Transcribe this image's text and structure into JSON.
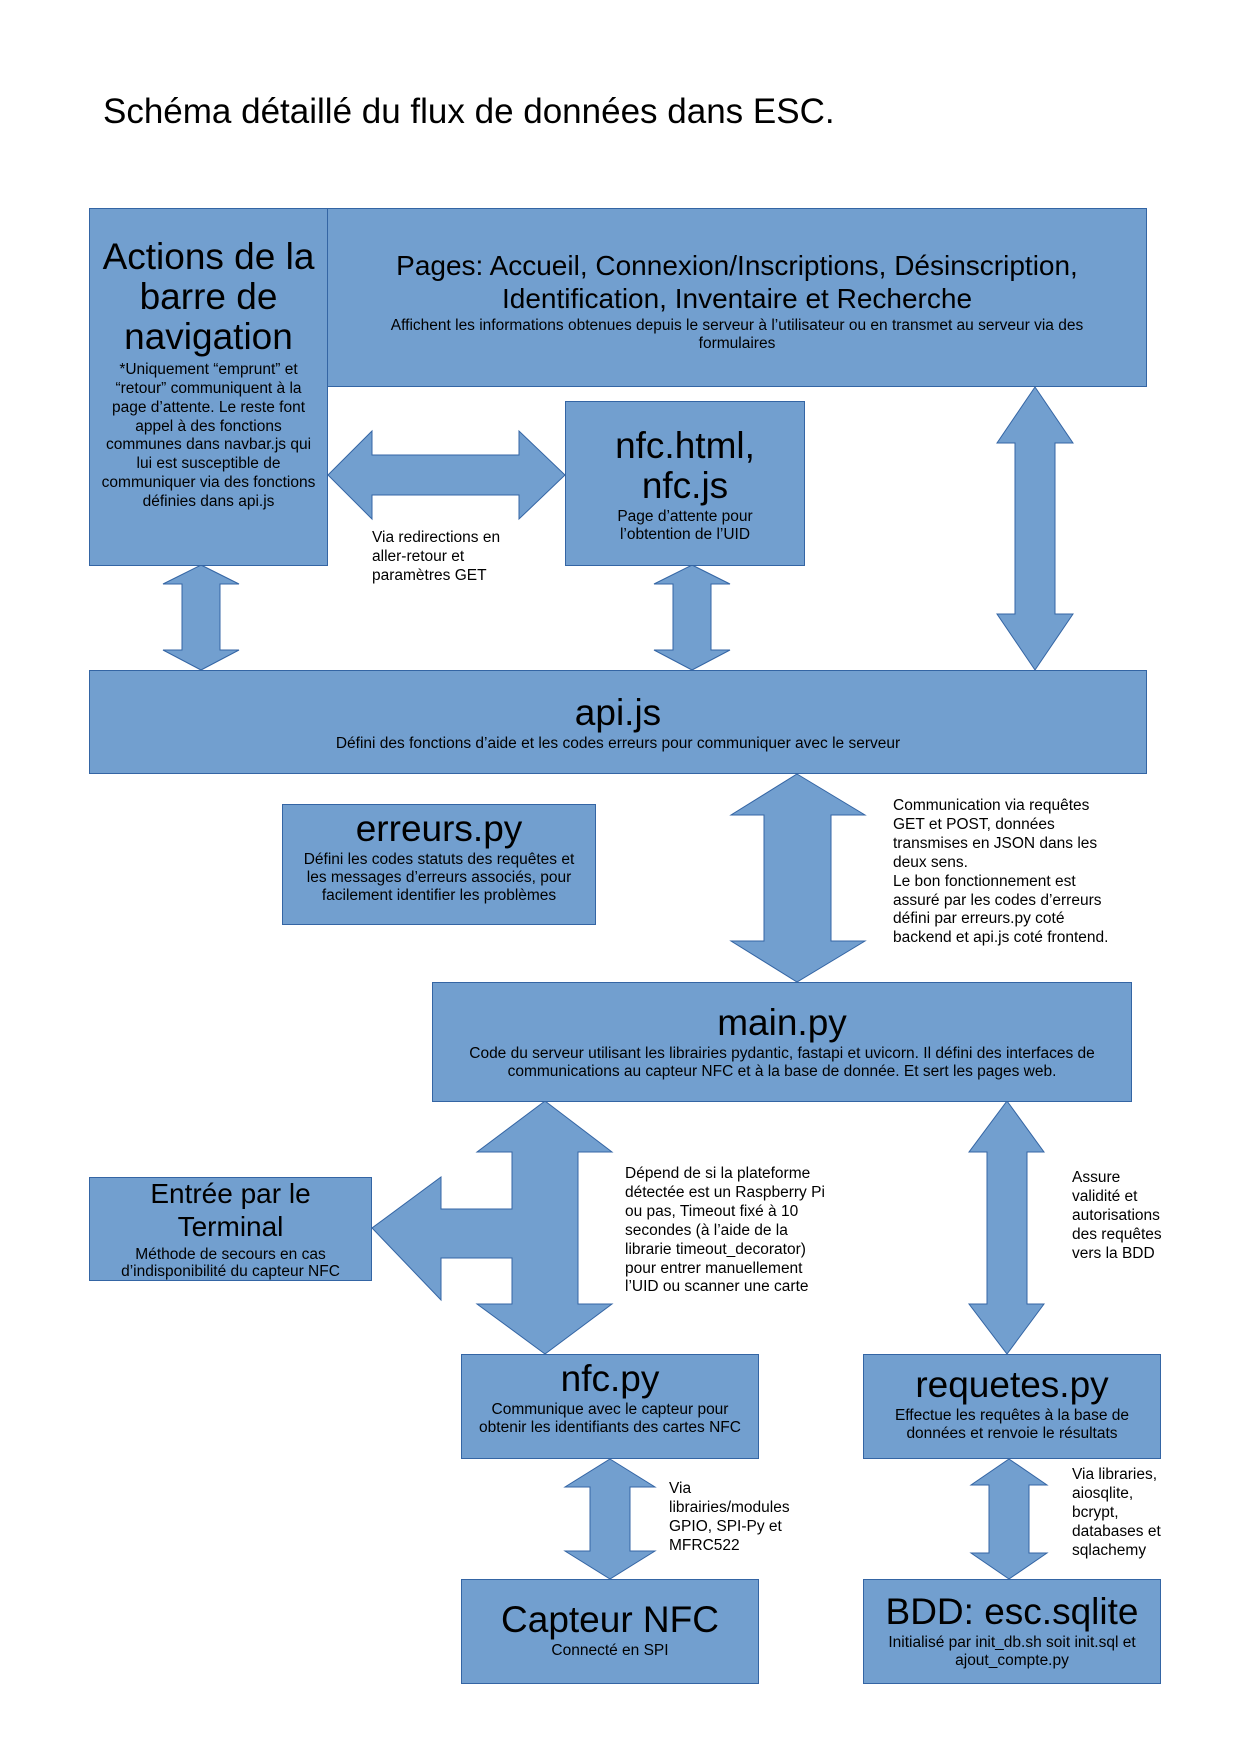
{
  "title": "Schéma détaillé du flux de données dans ESC.",
  "colors": {
    "box_fill": "#729fcf",
    "box_border": "#3465a4"
  },
  "boxes": {
    "navbar": {
      "title": "Actions de la barre de navigation",
      "desc": "*Uniquement “emprunt” et “retour” communiquent à la page d’attente. Le reste font appel à des fonctions communes dans navbar.js qui lui est susceptible de communiquer via des fonctions définies dans api.js"
    },
    "pages": {
      "title": "Pages: Accueil, Connexion/Inscriptions, Désinscription, Identification, Inventaire et Recherche",
      "desc": "Affichent les informations obtenues depuis le serveur à l’utilisateur ou en transmet au serveur via des formulaires"
    },
    "nfc_html": {
      "title": "nfc.html, nfc.js",
      "desc": "Page d’attente pour l’obtention de l’UID"
    },
    "api_js": {
      "title": "api.js",
      "desc": "Défini des fonctions d’aide et les codes erreurs pour communiquer avec le serveur"
    },
    "erreurs": {
      "title": "erreurs.py",
      "desc": "Défini les codes statuts des requêtes et les messages d’erreurs associés, pour facilement identifier les problèmes"
    },
    "main": {
      "title": "main.py",
      "desc": "Code du serveur utilisant les librairies pydantic, fastapi et uvicorn. Il défini des interfaces de communications au capteur NFC et à la base de donnée. Et sert les pages web."
    },
    "terminal": {
      "title": "Entrée par le Terminal",
      "desc": "Méthode de secours en cas d’indisponibilité du capteur NFC"
    },
    "nfc_py": {
      "title": "nfc.py",
      "desc": "Communique avec le capteur pour obtenir les identifiants des cartes NFC"
    },
    "requetes": {
      "title": "requetes.py",
      "desc": "Effectue les requêtes à la base de données et renvoie le résultats"
    },
    "capteur": {
      "title": "Capteur NFC",
      "desc": "Connecté en SPI"
    },
    "bdd": {
      "title": "BDD: esc.sqlite",
      "desc": "Initialisé par init_db.sh soit init.sql et ajout_compte.py"
    }
  },
  "notes": {
    "redirect": [
      "Via redirections en",
      "aller-retour et",
      "paramètres GET"
    ],
    "communication": [
      "Communication via requêtes",
      "GET et POST, données",
      "transmises en JSON dans les",
      "deux sens.",
      "Le bon fonctionnement est",
      "assuré par les codes d’erreurs",
      "défini par erreurs.py coté",
      "backend et api.js coté frontend."
    ],
    "platform": [
      "Dépend de si la plateforme",
      "détectée est un Raspberry Pi",
      "ou pas, Timeout fixé à 10",
      "secondes (à l’aide de la",
      "librarie timeout_decorator)",
      "pour entrer manuellement",
      "l’UID ou scanner une carte"
    ],
    "validity": [
      "Assure",
      "validité et",
      "autorisations",
      "des requêtes",
      "vers la BDD"
    ],
    "gpio": [
      "Via",
      "librairies/modules",
      "GPIO, SPI-Py et",
      "MFRC522"
    ],
    "libs": [
      "Via libraries,",
      "aiosqlite,",
      "bcrypt,",
      "databases et",
      "sqlachemy"
    ]
  }
}
